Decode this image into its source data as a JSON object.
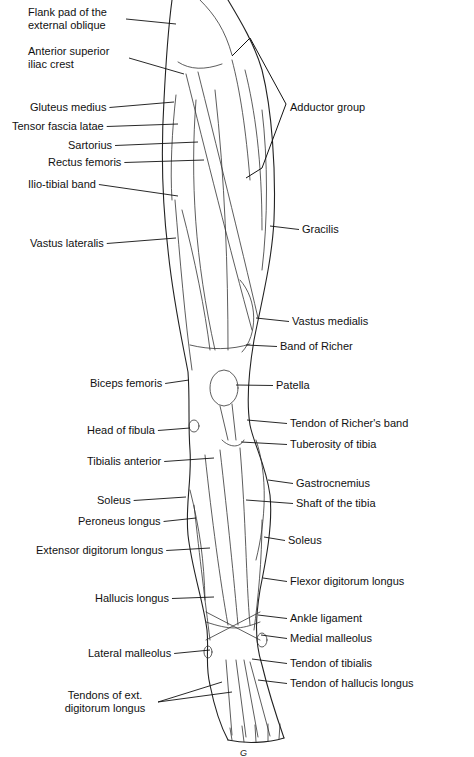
{
  "diagram": {
    "labels": [
      "Flank pad of the external oblique",
      "Anterior superior iliac crest",
      "Gluteus medius",
      "Tensor fascia latae",
      "Sartorius",
      "Rectus femoris",
      "Ilio-tibial band",
      "Vastus lateralis",
      "Adductor group",
      "Gracilis",
      "Vastus medialis",
      "Band of Richer",
      "Biceps femoris",
      "Patella",
      "Head of fibula",
      "Tendon of Richer's band",
      "Tuberosity of tibia",
      "Tibialis anterior",
      "Gastrocnemius",
      "Shaft of the tibia",
      "Soleus",
      "Peroneus longus",
      "Soleus",
      "Extensor digitorum longus",
      "Flexor digitorum longus",
      "Hallucis longus",
      "Ankle ligament",
      "Medial malleolus",
      "Lateral malleolus",
      "Tendon of tibialis",
      "Tendon of hallucis longus",
      "Tendons of ext. digitorum longus",
      "G"
    ]
  }
}
